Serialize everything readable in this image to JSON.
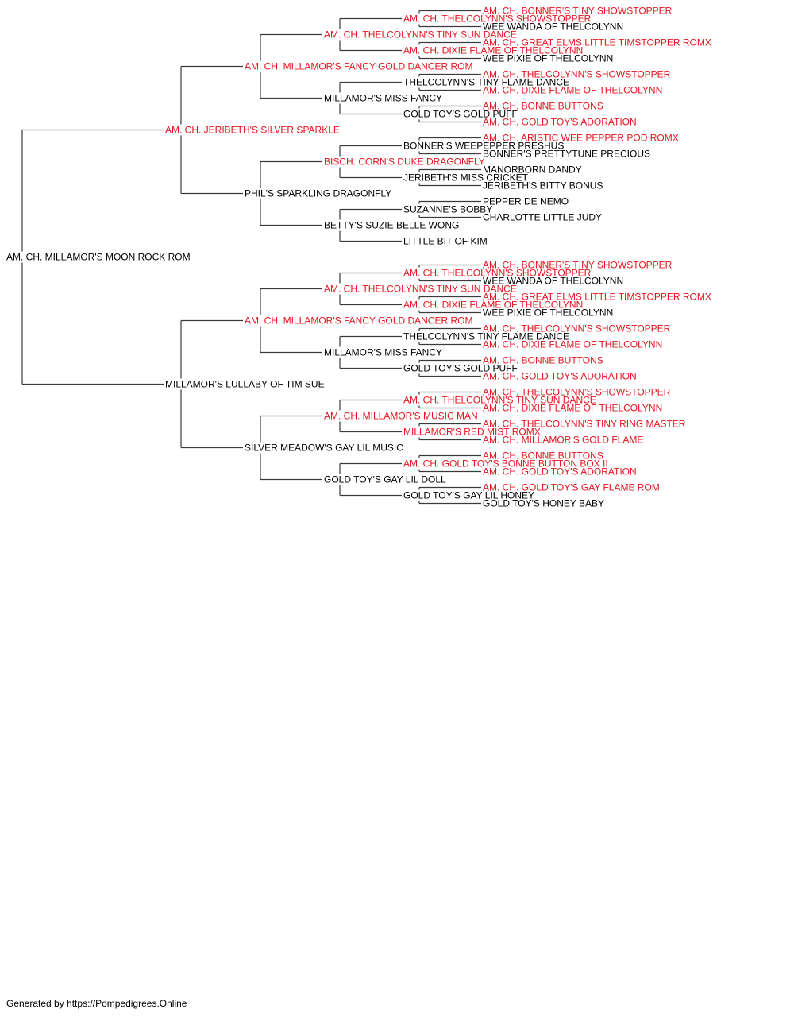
{
  "colors": {
    "champion": "#e8141e",
    "normal": "#000000",
    "line": "#3a3a3a"
  },
  "footer": "Generated by https://Pompedigrees.Online",
  "pedigree": {
    "name": "AM. CH. MILLAMOR'S MOON ROCK ROM",
    "ch": false,
    "sire": {
      "name": "AM. CH. JERIBETH'S SILVER SPARKLE",
      "ch": true,
      "sire": {
        "name": "AM. CH. MILLAMOR'S FANCY GOLD DANCER ROM",
        "ch": true,
        "sire": {
          "name": "AM. CH. THELCOLYNN'S TINY SUN DANCE",
          "ch": true,
          "sire": {
            "name": "AM. CH. THELCOLYNN'S SHOWSTOPPER",
            "ch": true,
            "sire": {
              "name": "AM. CH. BONNER'S TINY SHOWSTOPPER",
              "ch": true
            },
            "dam": {
              "name": "WEE WANDA OF THELCOLYNN",
              "ch": false
            }
          },
          "dam": {
            "name": "AM. CH. DIXIE FLAME OF THELCOLYNN",
            "ch": true,
            "sire": {
              "name": "AM. CH. GREAT ELMS LITTLE TIMSTOPPER ROMX",
              "ch": true
            },
            "dam": {
              "name": "WEE PIXIE OF THELCOLYNN",
              "ch": false
            }
          }
        },
        "dam": {
          "name": "MILLAMOR'S MISS FANCY",
          "ch": false,
          "sire": {
            "name": "THELCOLYNN'S TINY FLAME DANCE",
            "ch": false,
            "sire": {
              "name": "AM. CH. THELCOLYNN'S SHOWSTOPPER",
              "ch": true
            },
            "dam": {
              "name": "AM. CH. DIXIE FLAME OF THELCOLYNN",
              "ch": true
            }
          },
          "dam": {
            "name": "GOLD TOY'S GOLD PUFF",
            "ch": false,
            "sire": {
              "name": "AM. CH. BONNE BUTTONS",
              "ch": true
            },
            "dam": {
              "name": "AM. CH. GOLD TOY'S ADORATION",
              "ch": true
            }
          }
        }
      },
      "dam": {
        "name": "PHIL'S SPARKLING DRAGONFLY",
        "ch": false,
        "sire": {
          "name": "BISCH. CORN'S DUKE DRAGONFLY",
          "ch": true,
          "sire": {
            "name": "BONNER'S WEEPEPPER PRESHUS",
            "ch": false,
            "sire": {
              "name": "AM. CH. ARISTIC WEE PEPPER POD ROMX",
              "ch": true
            },
            "dam": {
              "name": "BONNER'S PRETTYTUNE PRECIOUS",
              "ch": false
            }
          },
          "dam": {
            "name": "JERIBETH'S MISS CRICKET",
            "ch": false,
            "sire": {
              "name": "MANORBORN DANDY",
              "ch": false
            },
            "dam": {
              "name": "JERIBETH'S BITTY BONUS",
              "ch": false
            }
          }
        },
        "dam": {
          "name": "BETTY'S SUZIE BELLE WONG",
          "ch": false,
          "sire": {
            "name": "SUZANNE'S BOBBY",
            "ch": false,
            "sire": {
              "name": "PEPPER DE NEMO",
              "ch": false
            },
            "dam": {
              "name": "CHARLOTTE LITTLE JUDY",
              "ch": false
            }
          },
          "dam": {
            "name": "LITTLE BIT OF KIM",
            "ch": false
          }
        }
      }
    },
    "dam": {
      "name": "MILLAMOR'S LULLABY OF TIM SUE",
      "ch": false,
      "sire": {
        "name": "AM. CH. MILLAMOR'S FANCY GOLD DANCER ROM",
        "ch": true,
        "sire": {
          "name": "AM. CH. THELCOLYNN'S TINY SUN DANCE",
          "ch": true,
          "sire": {
            "name": "AM. CH. THELCOLYNN'S SHOWSTOPPER",
            "ch": true,
            "sire": {
              "name": "AM. CH. BONNER'S TINY SHOWSTOPPER",
              "ch": true
            },
            "dam": {
              "name": "WEE WANDA OF THELCOLYNN",
              "ch": false
            }
          },
          "dam": {
            "name": "AM. CH. DIXIE FLAME OF THELCOLYNN",
            "ch": true,
            "sire": {
              "name": "AM. CH. GREAT ELMS LITTLE TIMSTOPPER ROMX",
              "ch": true
            },
            "dam": {
              "name": "WEE PIXIE OF THELCOLYNN",
              "ch": false
            }
          }
        },
        "dam": {
          "name": "MILLAMOR'S MISS FANCY",
          "ch": false,
          "sire": {
            "name": "THELCOLYNN'S TINY FLAME DANCE",
            "ch": false,
            "sire": {
              "name": "AM. CH. THELCOLYNN'S SHOWSTOPPER",
              "ch": true
            },
            "dam": {
              "name": "AM. CH. DIXIE FLAME OF THELCOLYNN",
              "ch": true
            }
          },
          "dam": {
            "name": "GOLD TOY'S GOLD PUFF",
            "ch": false,
            "sire": {
              "name": "AM. CH. BONNE BUTTONS",
              "ch": true
            },
            "dam": {
              "name": "AM. CH. GOLD TOY'S ADORATION",
              "ch": true
            }
          }
        }
      },
      "dam": {
        "name": "SILVER MEADOW'S GAY LIL MUSIC",
        "ch": false,
        "sire": {
          "name": "AM. CH. MILLAMOR'S MUSIC MAN",
          "ch": true,
          "sire": {
            "name": "AM. CH. THELCOLYNN'S TINY SUN DANCE",
            "ch": true,
            "sire": {
              "name": "AM. CH. THELCOLYNN'S SHOWSTOPPER",
              "ch": true
            },
            "dam": {
              "name": "AM. CH. DIXIE FLAME OF THELCOLYNN",
              "ch": true
            }
          },
          "dam": {
            "name": "MILLAMOR'S RED MIST ROMX",
            "ch": true,
            "sire": {
              "name": "AM. CH. THELCOLYNN'S TINY RING MASTER",
              "ch": true
            },
            "dam": {
              "name": "AM. CH. MILLAMOR'S GOLD FLAME",
              "ch": true
            }
          }
        },
        "dam": {
          "name": "GOLD TOY'S GAY LIL DOLL",
          "ch": false,
          "sire": {
            "name": "AM. CH. GOLD TOY'S BONNE BUTTON BOX II",
            "ch": true,
            "sire": {
              "name": "AM. CH. BONNE BUTTONS",
              "ch": true
            },
            "dam": {
              "name": "AM. CH. GOLD TOY'S ADORATION",
              "ch": true
            }
          },
          "dam": {
            "name": "GOLD TOY'S GAY LIL HONEY",
            "ch": false,
            "sire": {
              "name": "AM. CH. GOLD TOY'S GAY FLAME ROM",
              "ch": true
            },
            "dam": {
              "name": "GOLD TOY'S HONEY BABY",
              "ch": false
            }
          }
        }
      }
    }
  }
}
